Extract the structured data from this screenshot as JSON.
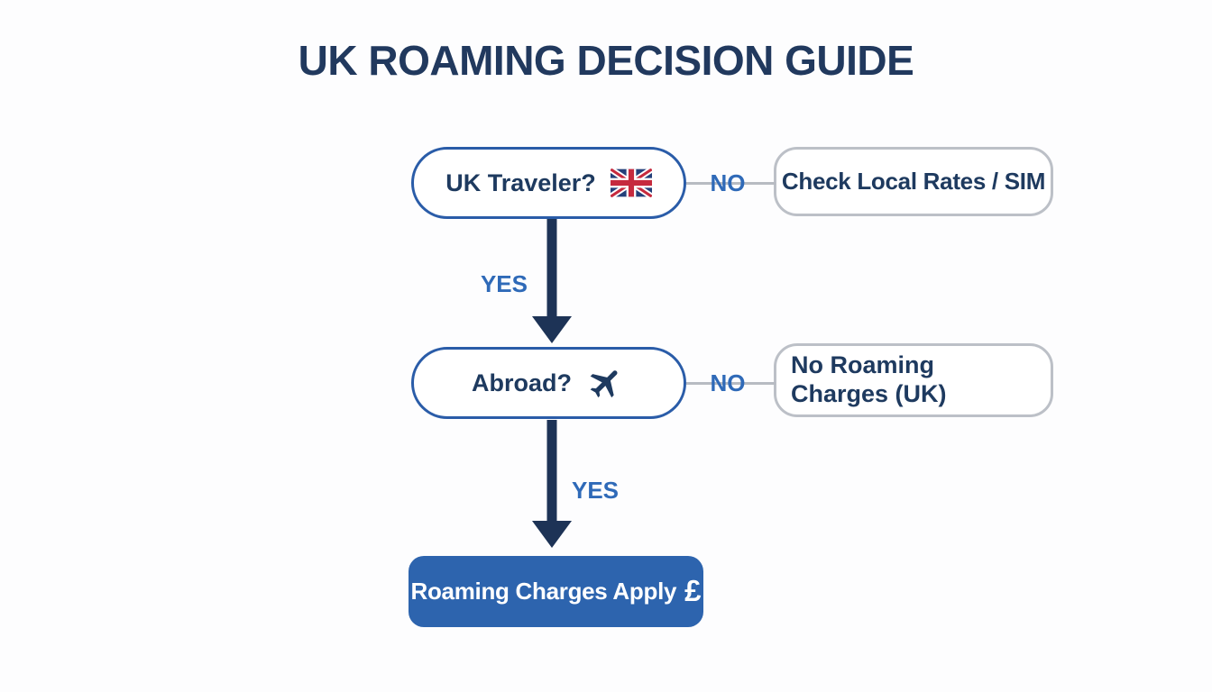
{
  "title": "UK ROAMING DECISION GUIDE",
  "flowchart": {
    "decisions": [
      {
        "label": "UK Traveler?",
        "icon": "uk-flag",
        "yes_label": "YES",
        "no_label": "NO",
        "no_result": "Check Local Rates / SIM"
      },
      {
        "label": "Abroad?",
        "icon": "airplane",
        "yes_label": "YES",
        "no_label": "NO",
        "no_result": "No Roaming Charges (UK)"
      }
    ],
    "final_result": {
      "label": "Roaming Charges Apply",
      "currency_symbol": "£"
    }
  },
  "colors": {
    "background": "#fdfdfe",
    "title_navy": "#21395e",
    "node_border_blue": "#2a5ca8",
    "node_text_navy": "#1e3a5f",
    "edge_label_blue": "#2f6ab8",
    "connector_gray": "#b7bbc2",
    "result_border_gray": "#bcc0c7",
    "arrow_navy": "#1d3356",
    "final_fill_blue": "#2d64ae",
    "final_text_white": "#ffffff",
    "flag_navy": "#24407a",
    "flag_red": "#c62a3e"
  }
}
